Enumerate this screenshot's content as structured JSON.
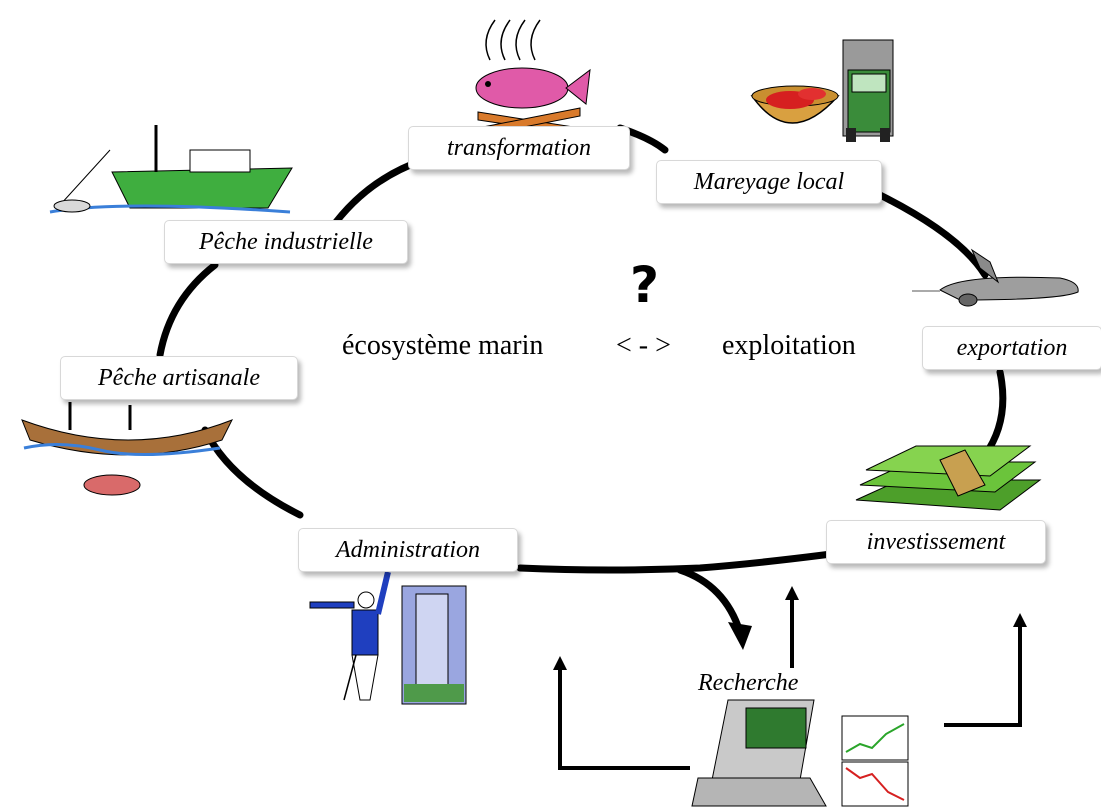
{
  "diagram": {
    "center": {
      "left_term": "écosystème marin",
      "connector": "< - >",
      "right_term": "exploitation",
      "question_mark": "?"
    },
    "nodes": {
      "transformation": "transformation",
      "mareyage": "Mareyage local",
      "exportation": "exportation",
      "investissement": "investissement",
      "administration": "Administration",
      "recherche": "Recherche",
      "peche_artisanale": "Pêche artisanale",
      "peche_industrielle": "Pêche industrielle"
    },
    "clipart": [
      "grilled-fish-icon",
      "fish-bowl-icon",
      "truck-icon",
      "airplane-icon",
      "money-stack-icon",
      "traffic-officer-icon",
      "office-building-icon",
      "laptop-icon",
      "stock-charts-icon",
      "artisanal-canoe-icon",
      "trawler-ship-icon"
    ]
  }
}
